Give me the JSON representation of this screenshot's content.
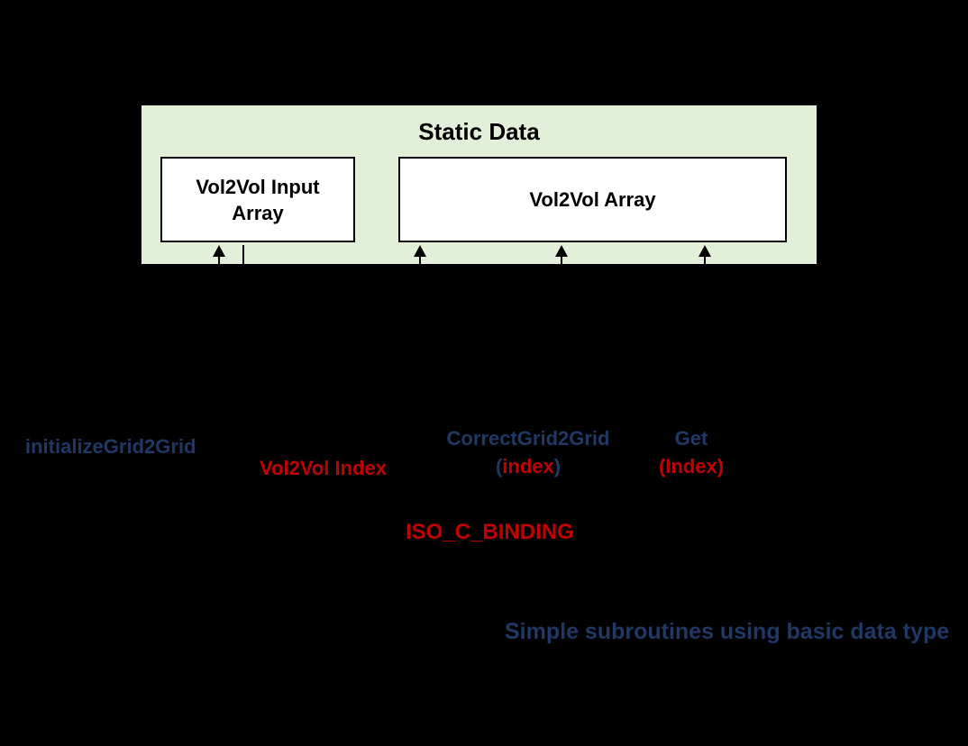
{
  "colors": {
    "background": "#000000",
    "panel_green": "#E2EFD9",
    "navy_text": "#1F3864",
    "red_text": "#C00000",
    "box_fill": "#FFFFFF",
    "box_border": "#000000"
  },
  "panel": {
    "title": "Static Data",
    "boxes": [
      {
        "label": "Vol2Vol Input Array"
      },
      {
        "label": "Vol2Vol Array"
      }
    ]
  },
  "labels": {
    "initialize": {
      "text": "initializeGrid2Grid"
    },
    "vol2vol_index": {
      "text": "Vol2Vol Index"
    },
    "correct": {
      "name": "CorrectGrid2Grid",
      "paren_open": "(",
      "arg": "index",
      "paren_close": ")"
    },
    "get": {
      "name": "Get",
      "args": "(Index)"
    },
    "iso_c_binding": {
      "text": "ISO_C_BINDING"
    },
    "simple_note": {
      "text": "Simple subroutines using basic data type"
    }
  }
}
